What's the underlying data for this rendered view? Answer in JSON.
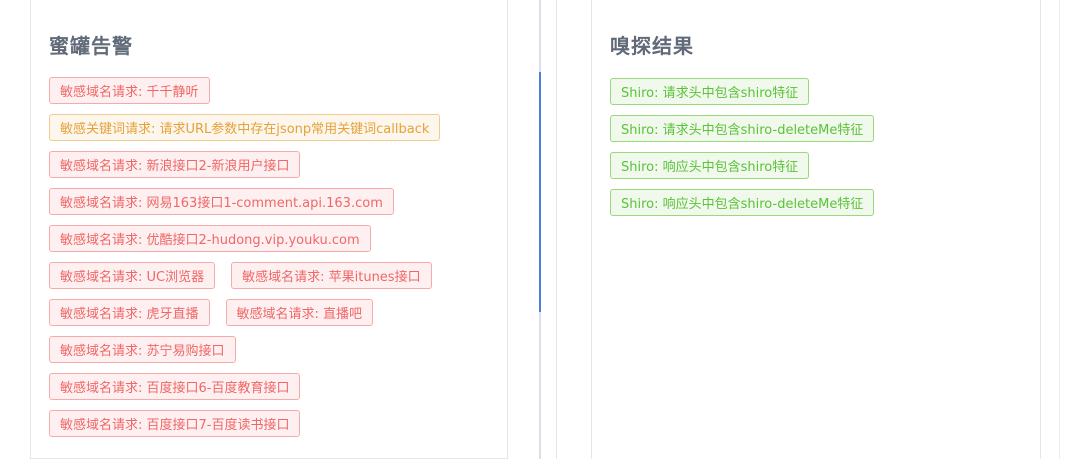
{
  "honeypot_panel": {
    "title": "蜜罐告警",
    "rows": [
      [
        {
          "text": "敏感域名请求: 千千静听",
          "level": "danger"
        }
      ],
      [
        {
          "text": "敏感关键词请求: 请求URL参数中存在jsonp常用关键词callback",
          "level": "warning"
        }
      ],
      [
        {
          "text": "敏感域名请求: 新浪接口2-新浪用户接口",
          "level": "danger"
        }
      ],
      [
        {
          "text": "敏感域名请求: 网易163接口1-comment.api.163.com",
          "level": "danger"
        }
      ],
      [
        {
          "text": "敏感域名请求: 优酷接口2-hudong.vip.youku.com",
          "level": "danger"
        }
      ],
      [
        {
          "text": "敏感域名请求: UC浏览器",
          "level": "danger"
        },
        {
          "text": "敏感域名请求: 苹果itunes接口",
          "level": "danger"
        }
      ],
      [
        {
          "text": "敏感域名请求: 虎牙直播",
          "level": "danger"
        },
        {
          "text": "敏感域名请求: 直播吧",
          "level": "danger"
        }
      ],
      [
        {
          "text": "敏感域名请求: 苏宁易购接口",
          "level": "danger"
        }
      ],
      [
        {
          "text": "敏感域名请求: 百度接口6-百度教育接口",
          "level": "danger"
        }
      ],
      [
        {
          "text": "敏感域名请求: 百度接口7-百度读书接口",
          "level": "danger"
        }
      ]
    ]
  },
  "sniff_panel": {
    "title": "嗅探结果",
    "rows": [
      [
        {
          "text": "Shiro: 请求头中包含shiro特征",
          "level": "success"
        }
      ],
      [
        {
          "text": "Shiro: 请求头中包含shiro-deleteMe特征",
          "level": "success"
        }
      ],
      [
        {
          "text": "Shiro: 响应头中包含shiro特征",
          "level": "success"
        }
      ],
      [
        {
          "text": "Shiro: 响应头中包含shiro-deleteMe特征",
          "level": "success"
        }
      ]
    ]
  },
  "colors": {
    "danger": "#f06767",
    "warning": "#e5a23a",
    "success": "#5bc23b",
    "title": "#606a78",
    "accent": "#4a7fd6"
  }
}
